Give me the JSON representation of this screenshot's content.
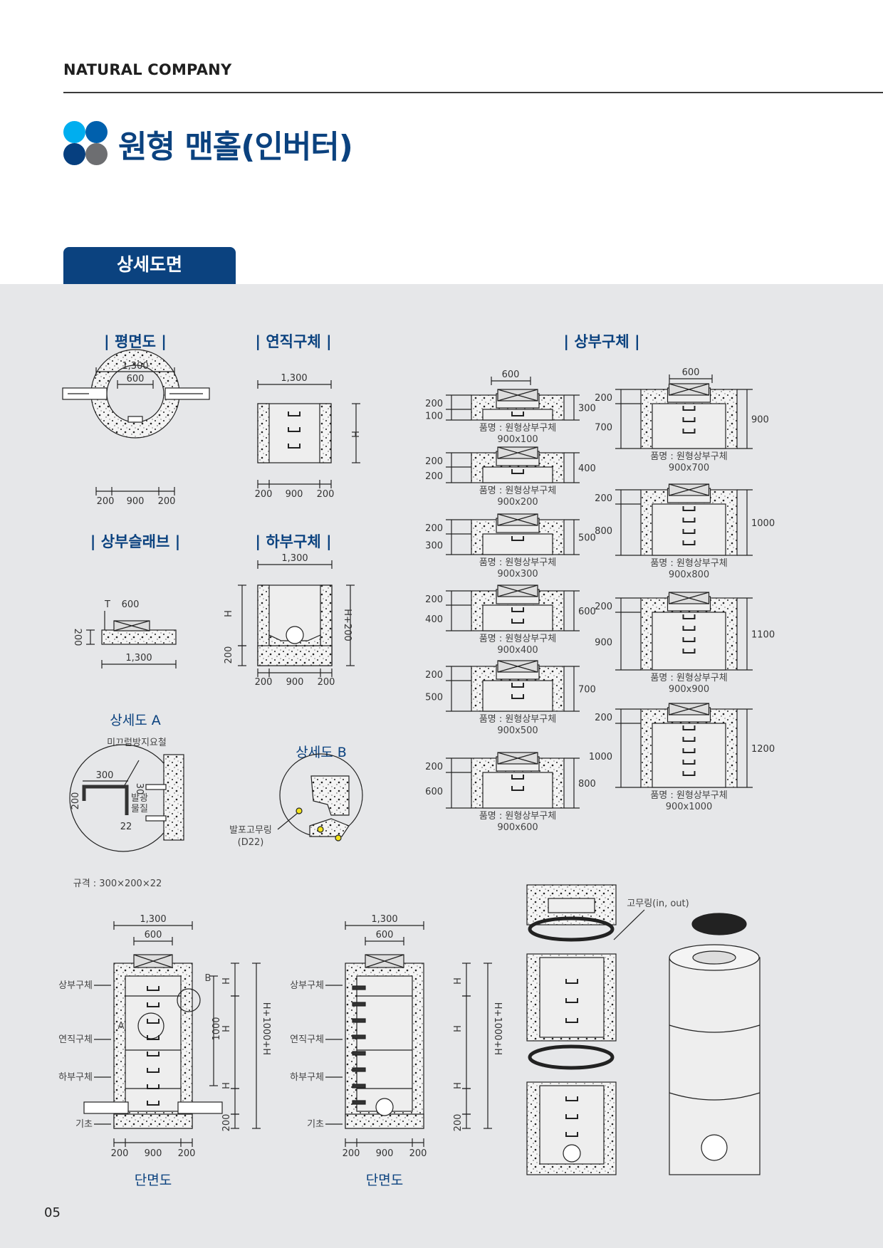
{
  "header": {
    "company": "NATURAL COMPANY",
    "title": "원형 맨홀(인버터)",
    "section_tab": "상세도면"
  },
  "colors": {
    "brand": "#0b427f",
    "logo": [
      "#00aeef",
      "#0060ad",
      "#063f7f",
      "#6d6e71"
    ],
    "band": "#e6e7e9",
    "dot": "#f2e21a"
  },
  "plan": {
    "heading": "| 평면도 |",
    "w_total": "1,300",
    "w_open": "600",
    "bottom": [
      "200",
      "900",
      "200"
    ]
  },
  "vertical": {
    "heading": "| 연직구체 |",
    "w_total": "1,300",
    "h": "H",
    "bottom": [
      "200",
      "900",
      "200"
    ]
  },
  "slab": {
    "heading": "| 상부슬래브 |",
    "t": "T",
    "w_open": "600",
    "h": "200",
    "w_total": "1,300"
  },
  "lower": {
    "heading": "| 하부구체 |",
    "w_total": "1,300",
    "h": "H",
    "h_base": "200",
    "h_total": "H+200",
    "bottom": [
      "200",
      "900",
      "200"
    ]
  },
  "upper": {
    "heading": "| 상부구체 |",
    "top_width": "600",
    "caption": "품명 : 원형상부구체",
    "left": [
      {
        "parts": [
          "200",
          "100"
        ],
        "total": "300",
        "size": "900x100"
      },
      {
        "parts": [
          "200",
          "200"
        ],
        "total": "400",
        "size": "900x200"
      },
      {
        "parts": [
          "200",
          "300"
        ],
        "total": "500",
        "size": "900x300"
      },
      {
        "parts": [
          "200",
          "400"
        ],
        "total": "600",
        "size": "900x400"
      },
      {
        "parts": [
          "200",
          "500"
        ],
        "total": "700",
        "size": "900x500"
      },
      {
        "parts": [
          "200",
          "600"
        ],
        "total": "800",
        "size": "900x600"
      }
    ],
    "right": [
      {
        "parts": [
          "200",
          "700"
        ],
        "total": "900",
        "size": "900x700"
      },
      {
        "parts": [
          "200",
          "800"
        ],
        "total": "1000",
        "size": "900x800"
      },
      {
        "parts": [
          "200",
          "900"
        ],
        "total": "1100",
        "size": "900x900"
      },
      {
        "parts": [
          "200",
          "1000"
        ],
        "total": "1200",
        "size": "900x1000"
      }
    ]
  },
  "detail_a": {
    "heading": "상세도 A",
    "anti_slip": "미끄럼방지요철",
    "w": "300",
    "h": "200",
    "t": "30",
    "luminous_1": "발광",
    "luminous_2": "물질",
    "d": "22",
    "spec": "규격 : 300×200×22"
  },
  "detail_b": {
    "heading": "상세도 B",
    "ring_1": "발포고무링",
    "ring_2": "(D22)"
  },
  "section1": {
    "w_total": "1,300",
    "w_open": "600",
    "labels": [
      "상부구체",
      "연직구체",
      "하부구체",
      "기초"
    ],
    "mark_a": "A",
    "mark_b": "B",
    "h1": "H",
    "h_mid": "1000",
    "h2": "H",
    "h3": "H",
    "h_total": "H+1000+H",
    "h_base": "200",
    "bottom": [
      "200",
      "900",
      "200"
    ],
    "caption": "단면도"
  },
  "section2": {
    "w_total": "1,300",
    "w_open": "600",
    "labels": [
      "상부구체",
      "연직구체",
      "하부구체",
      "기초"
    ],
    "h1": "H",
    "h2": "H",
    "h3": "H",
    "h_total": "H+1000+H",
    "h_base": "200",
    "bottom": [
      "200",
      "900",
      "200"
    ],
    "caption": "단면도"
  },
  "exploded": {
    "ring_label": "고무링(in, out)"
  },
  "page_number": "05"
}
